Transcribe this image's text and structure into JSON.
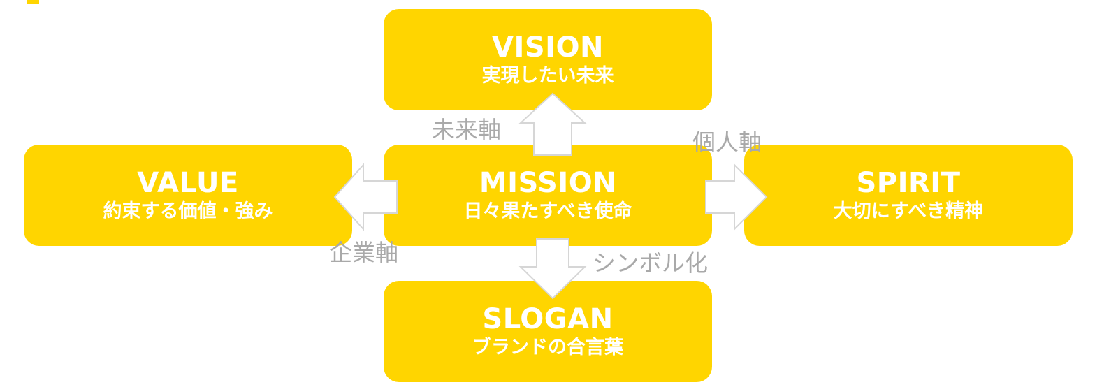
{
  "boxes": {
    "vision": {
      "en": "VISION",
      "jp": "実現したい未来"
    },
    "value": {
      "en": "VALUE",
      "jp": "約束する価値・強み"
    },
    "mission": {
      "en": "MISSION",
      "jp": "日々果たすべき使命"
    },
    "spirit": {
      "en": "SPIRIT",
      "jp": "大切にすべき精神"
    },
    "slogan": {
      "en": "SLOGAN",
      "jp": "ブランドの合言葉"
    }
  },
  "axis_labels": {
    "future": "未来軸",
    "personal": "個人軸",
    "corporate": "企業軸",
    "symbol": "シンボル化"
  },
  "colors": {
    "box_fill": "#FFD500",
    "box_text": "#FFFFFF",
    "label_text": "#A9A9A9",
    "arrow_stroke": "#D6D6D6",
    "arrow_fill": "#FFFFFF"
  }
}
